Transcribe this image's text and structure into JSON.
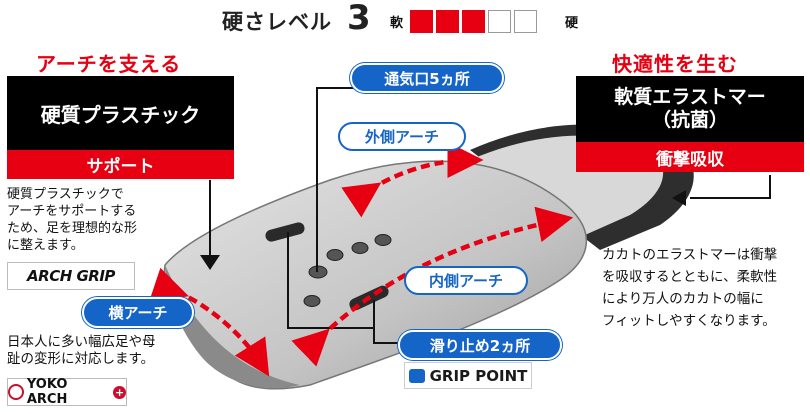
{
  "hardness": {
    "title": "硬さレベル",
    "level": "3",
    "soft_label": "軟",
    "hard_label": "硬",
    "scale": [
      true,
      true,
      true,
      false,
      false
    ]
  },
  "left": {
    "heading": "アーチを支える",
    "material": "硬質プラスチック",
    "role": "サポート",
    "description": [
      "硬質プラスチックで",
      "アーチをサポートする",
      "ため、足を理想的な形",
      "に整えます。"
    ],
    "logo": "ARCH GRIP"
  },
  "right": {
    "heading": "快適性を生む",
    "material_line1": "軟質エラストマー",
    "material_line2": "（抗菌）",
    "role": "衝撃吸収",
    "description": [
      "カカトのエラストマーは衝撃",
      "を吸収するとともに、柔軟性",
      "により万人のカカトの幅に",
      "フィットしやすくなります。"
    ]
  },
  "callouts": {
    "vents": "通気口5ヵ所",
    "outer_arch": "外側アーチ",
    "inner_arch": "内側アーチ",
    "grip": "滑り止め2ヵ所",
    "transverse_arch": "横アーチ"
  },
  "transverse": {
    "description": [
      "日本人に多い幅広足や母",
      "趾の変形に対応します。"
    ],
    "logo": "YOKO ARCH"
  },
  "grip_logo": "GRIP POINT",
  "colors": {
    "accent_red": "#e60012",
    "accent_blue": "#1565c8",
    "insole_gray": "#c9c9c9",
    "heel_dark": "#3a3a3a"
  }
}
